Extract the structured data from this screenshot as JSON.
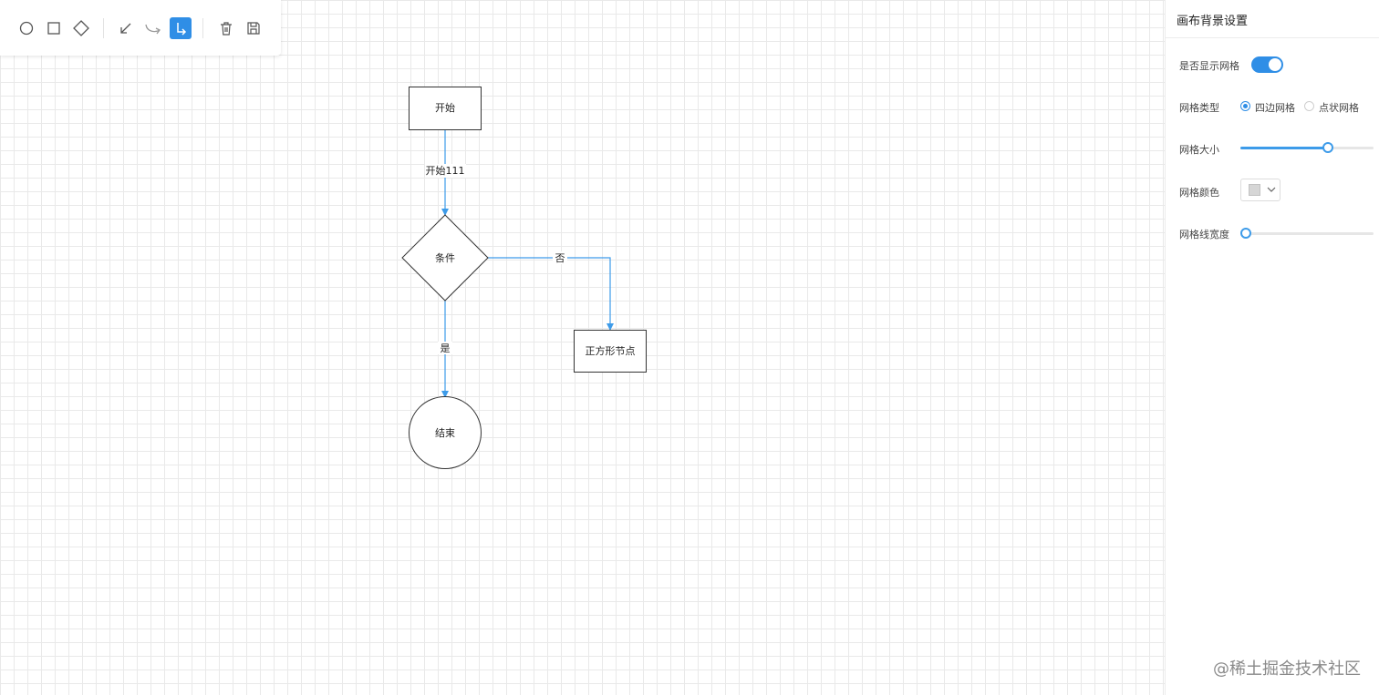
{
  "toolbar": {
    "tools": [
      {
        "icon": "circle-icon"
      },
      {
        "icon": "square-icon"
      },
      {
        "icon": "diamond-icon"
      },
      {
        "icon": "straight-edge-icon"
      },
      {
        "icon": "curve-edge-icon"
      },
      {
        "icon": "polyline-edge-icon",
        "active": true
      },
      {
        "icon": "trash-icon"
      },
      {
        "icon": "save-icon"
      }
    ],
    "accent_color": "#2f8ee6"
  },
  "diagram": {
    "nodes": {
      "start": {
        "label": "开始",
        "shape": "rect"
      },
      "condition": {
        "label": "条件",
        "shape": "diamond"
      },
      "end": {
        "label": "结束",
        "shape": "circle"
      },
      "square": {
        "label": "正方形节点",
        "shape": "rect"
      }
    },
    "edges": {
      "start_to_condition": {
        "label": "开始111"
      },
      "condition_to_square": {
        "label": "否"
      },
      "condition_to_end": {
        "label": "是"
      }
    },
    "edge_color": "#3d9be9"
  },
  "panel": {
    "title": "画布背景设置",
    "show_grid": {
      "label": "是否显示网格",
      "value": true
    },
    "grid_type": {
      "label": "网格类型",
      "options": [
        "四边网格",
        "点状网格"
      ],
      "selected": "四边网格"
    },
    "grid_size": {
      "label": "网格大小",
      "value_fraction": 0.66
    },
    "grid_color": {
      "label": "网格颜色",
      "value": "#d6d6d6"
    },
    "grid_line_width": {
      "label": "网格线宽度",
      "value_fraction": 0.03
    }
  },
  "watermark": "@稀土掘金技术社区"
}
